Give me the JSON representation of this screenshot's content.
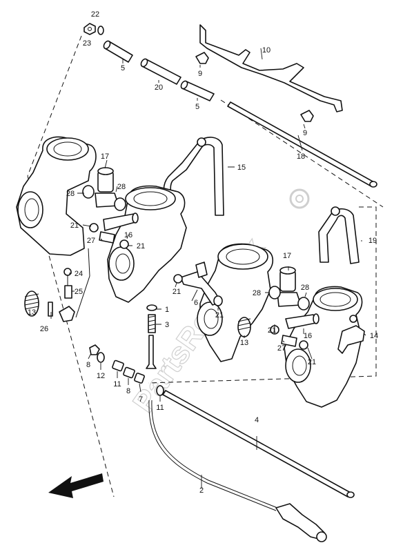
{
  "watermark": "PartsRepublik",
  "labels": {
    "l22": "22",
    "l23": "23",
    "l5a": "5",
    "l20": "20",
    "l5b": "5",
    "l10": "10",
    "l9a": "9",
    "l9b": "9",
    "l18": "18",
    "l15": "15",
    "l19": "19",
    "l17a": "17",
    "l28a": "28",
    "l28b": "28",
    "l21a": "21",
    "l16a": "16",
    "l27a": "27",
    "l21b": "21",
    "l24": "24",
    "l25": "25",
    "l13a": "13",
    "l26": "26",
    "l21c": "21",
    "l6": "6",
    "l21d": "21",
    "l1": "1",
    "l3": "3",
    "l13b": "13",
    "l17b": "17",
    "l28c": "28",
    "l28d": "28",
    "l21e": "21",
    "l27b": "27",
    "l16b": "16",
    "l21f": "21",
    "l14": "14",
    "l8a": "8",
    "l12": "12",
    "l11a": "11",
    "l8b": "8",
    "l7": "7",
    "l11b": "11",
    "l4": "4",
    "l2": "2"
  },
  "arrow_icon": "front-direction-arrow-icon",
  "gear_icon": "gear-icon"
}
